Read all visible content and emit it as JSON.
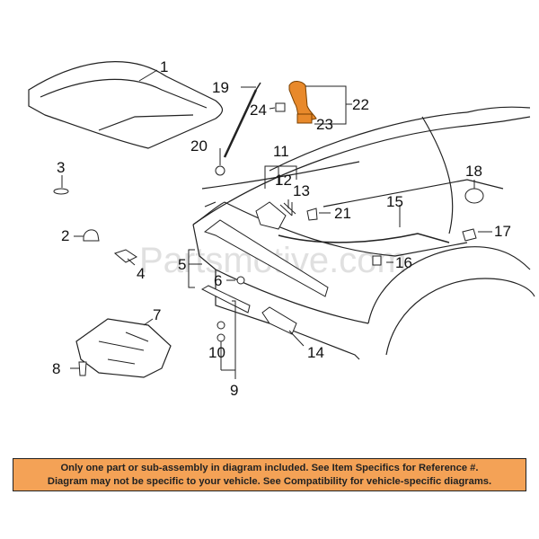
{
  "watermark": "Partsmotive.com",
  "highlight_color": "#e8892b",
  "banner": {
    "background": "#f4a256",
    "line1": "Only one part or sub-assembly in diagram included. See Item Specifics for Reference #.",
    "line2": "Diagram may not be specific to your vehicle. See Compatibility for vehicle-specific diagrams."
  },
  "callouts": {
    "c1": "1",
    "c2": "2",
    "c3": "3",
    "c4": "4",
    "c5": "5",
    "c6": "6",
    "c7": "7",
    "c8": "8",
    "c9": "9",
    "c10": "10",
    "c11": "11",
    "c12": "12",
    "c13": "13",
    "c14": "14",
    "c15": "15",
    "c16": "16",
    "c17": "17",
    "c18": "18",
    "c19": "19",
    "c20": "20",
    "c21": "21",
    "c22": "22",
    "c23": "23",
    "c24": "24"
  }
}
